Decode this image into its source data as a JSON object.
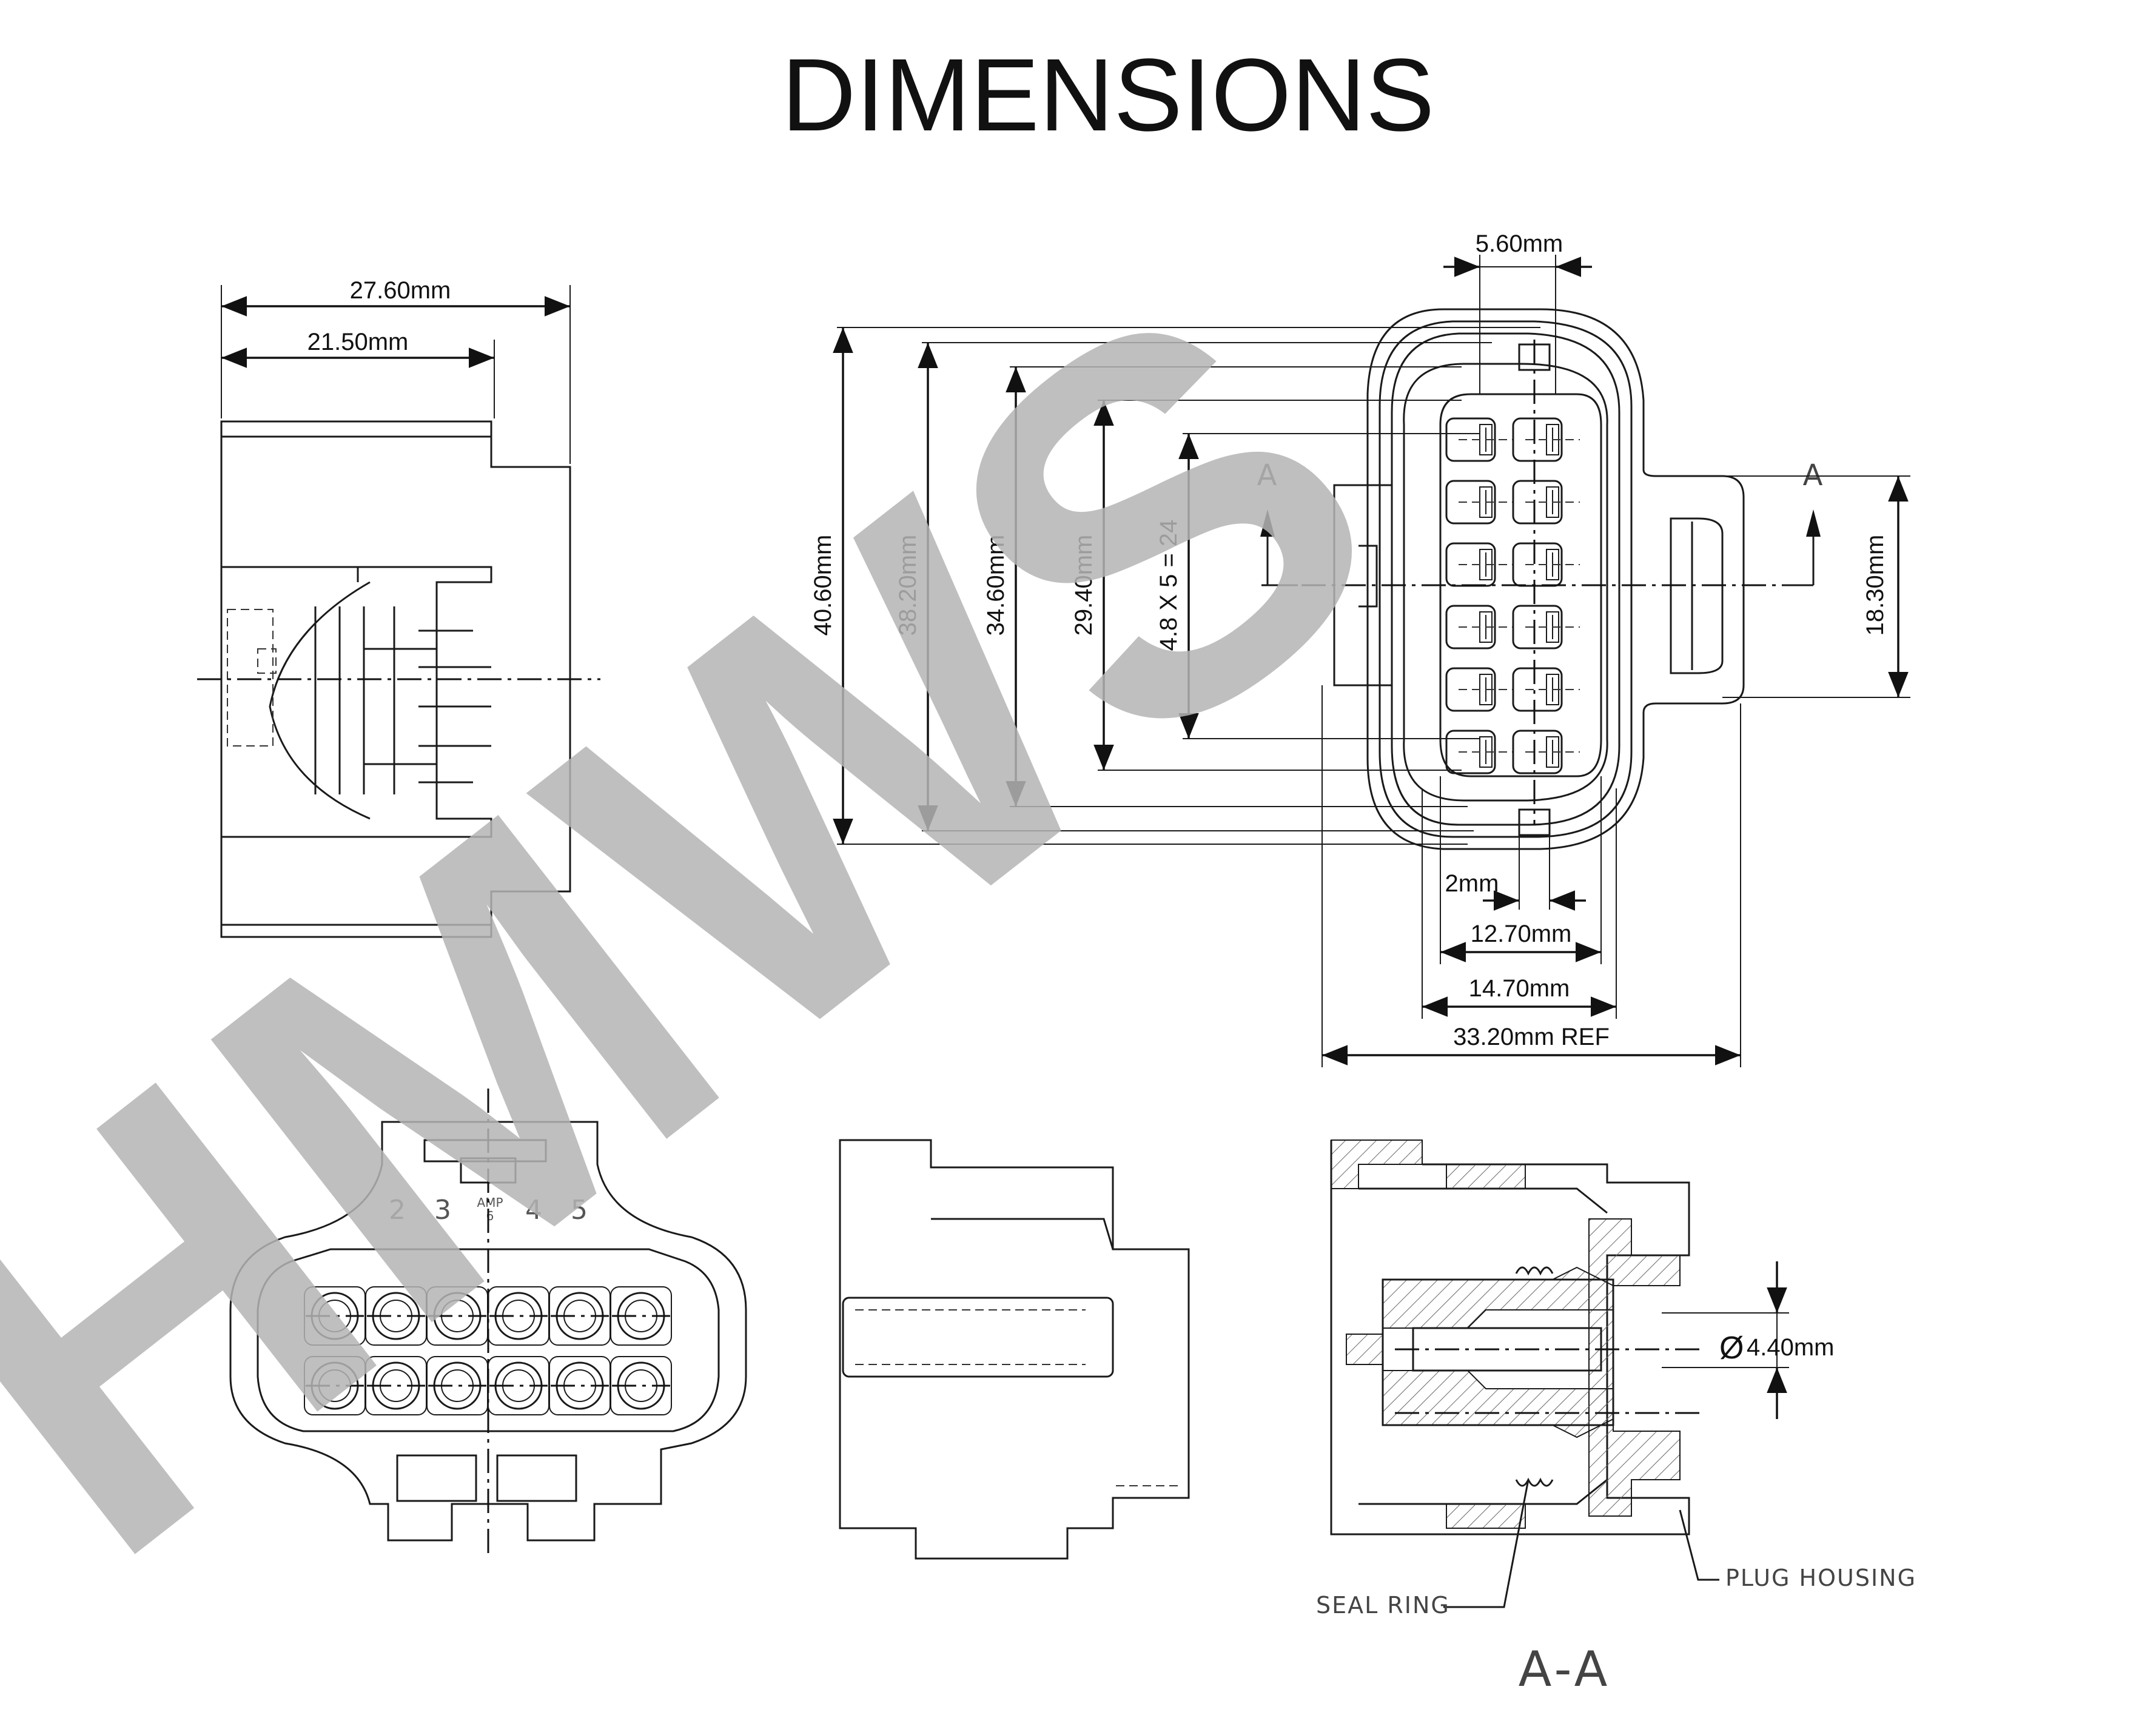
{
  "title": "DIMENSIONS",
  "watermark": "HMWS",
  "dimensions": {
    "overall_length": "27.60mm",
    "body_length": "21.50mm",
    "pitch": "5.60mm",
    "height_overall": "40.60mm",
    "height_2": "38.20mm",
    "height_3": "34.60mm",
    "height_4": "29.40mm",
    "cavity_spacing": "4.8 X 5 = 24",
    "latch_height": "18.30mm",
    "gap": "2mm",
    "width_inner": "12.70mm",
    "width_outer": "14.70mm",
    "width_ref": "33.20mm REF",
    "bore_diameter": "4.40mm"
  },
  "section": {
    "marker": "A",
    "title": "A-A",
    "callouts": {
      "seal_ring": "SEAL RING",
      "plug_housing": "PLUG HOUSING"
    }
  },
  "face_view": {
    "pin_numbers": [
      "2",
      "3",
      "4",
      "5"
    ],
    "center_mark": "6",
    "brand": "AMP"
  }
}
